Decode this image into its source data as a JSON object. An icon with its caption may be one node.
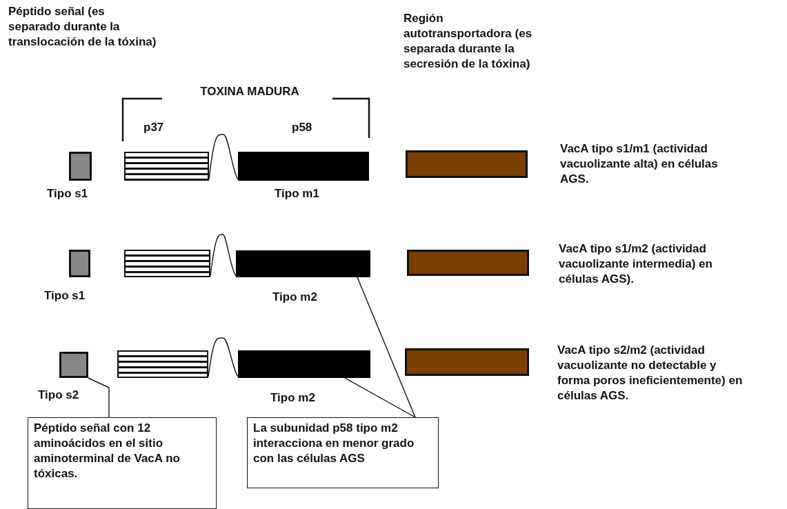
{
  "diagram": {
    "nodes": [
      {
        "text": [],
        "shape": "box",
        "beside": [
          "Tipo s1"
        ]
      },
      {
        "text": [],
        "shape": "bar"
      },
      {
        "text": [],
        "shape": "bar",
        "beside": [
          "Tipo m1"
        ]
      },
      {
        "text": [],
        "shape": "bar"
      },
      {
        "text": [],
        "shape": "box",
        "beside": [
          "Tipo s1"
        ]
      },
      {
        "text": [],
        "shape": "bar"
      },
      {
        "text": [],
        "shape": "bar",
        "beside": [
          "Tipo m2"
        ]
      },
      {
        "text": [],
        "shape": "bar"
      },
      {
        "text": [],
        "shape": "box",
        "beside": [
          "Tipo s2"
        ]
      },
      {
        "text": [],
        "shape": "bar"
      },
      {
        "text": [],
        "shape": "bar",
        "beside": [
          "Tipo m2"
        ]
      },
      {
        "text": [],
        "shape": "bar"
      },
      {
        "text": [
          "Péptido señal con 12 aminoácidos en el sitio aminoterminal de VacA no tóxicas."
        ]
      },
      {
        "text": [
          "La subunidad p58 tipo m2 interacciona en menor grado con las células AGS"
        ]
      }
    ],
    "edges": [
      {
        "from": 1,
        "to": 2,
        "arrow": "none"
      },
      {
        "from": 5,
        "to": 6,
        "arrow": "none"
      },
      {
        "from": 9,
        "to": 10,
        "arrow": "none"
      },
      {
        "from": 12,
        "to": 8,
        "arrow": "none"
      },
      {
        "from": 13,
        "to": 6,
        "arrow": "none"
      },
      {
        "from": 13,
        "to": 10,
        "arrow": "none"
      }
    ],
    "labels": [
      "Péptido señal (es separado durante la translocación de la tóxina)",
      "Región autotransportadora (es separada durante la secresión de la tóxina)",
      "TOXINA MADURA",
      "p37",
      "p58",
      "VacA tipo s1/m1 (actividad vacuolizante alta) en células AGS.",
      "VacA tipo s1/m2 (actividad vacuolizante intermedia) en células AGS).",
      "VacA tipo s2/m2 (actividad vacuolizante no detectable y forma poros ineficientemente) en células AGS."
    ]
  }
}
